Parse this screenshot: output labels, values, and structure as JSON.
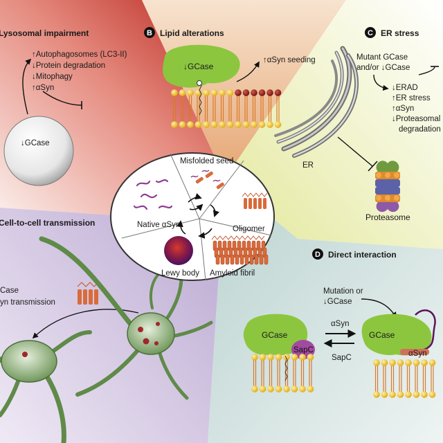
{
  "panels": {
    "A": {
      "title": "Lysosomal impairment",
      "lines": [
        "↑Autophagosomes (LC3-II)",
        "↓Protein degradation",
        "↓Mitophagy",
        "↑αSyn"
      ],
      "organelle_label": "↓GCase"
    },
    "B": {
      "badge": "B",
      "title": "Lipid alterations",
      "enzyme_label": "↓GCase",
      "effect": "↑αSyn seeding"
    },
    "C": {
      "badge": "C",
      "title": "ER stress",
      "cause_line1": "Mutant GCase",
      "cause_line2": "and/or ↓GCase",
      "effects": [
        "↓ERAD",
        "↑ER stress",
        "↑αSyn",
        "↓Proteasomal",
        "degradation"
      ],
      "er_label": "ER",
      "proteasome_label": "Proteasome"
    },
    "D": {
      "badge": "D",
      "title": "Direct interaction",
      "cause_line1": "Mutation or",
      "cause_line2": "↓GCase",
      "left_enzyme": "GCase",
      "left_cofactor": "SapC",
      "top_arrow_label": "αSyn",
      "bottom_arrow_label": "SapC",
      "right_enzyme": "GCase",
      "right_bound": "αSyn"
    },
    "E": {
      "title": "Cell-to-cell transmission",
      "line1": "Case",
      "line2": "yn transmission"
    }
  },
  "center": {
    "segments": [
      "Misfolded seed",
      "Oligomer",
      "Amyloid fibril",
      "Lewy body",
      "Native αSyn"
    ]
  },
  "colors": {
    "lysosomal_bg": "#c8382e",
    "lipid_bg": "#e8b98f",
    "er_bg": "#e9edb0",
    "transmission_bg": "#cfc3df",
    "direct_bg": "#cfe0de",
    "gcase": "#8cc63f",
    "sapc": "#a24aa0",
    "lipid_head": "#f2c316",
    "lipid_head_dark": "#8e1d1d",
    "fibril": "#d96b3b",
    "lewy": "#6a1a6a",
    "neuron": "#6e8f57"
  }
}
